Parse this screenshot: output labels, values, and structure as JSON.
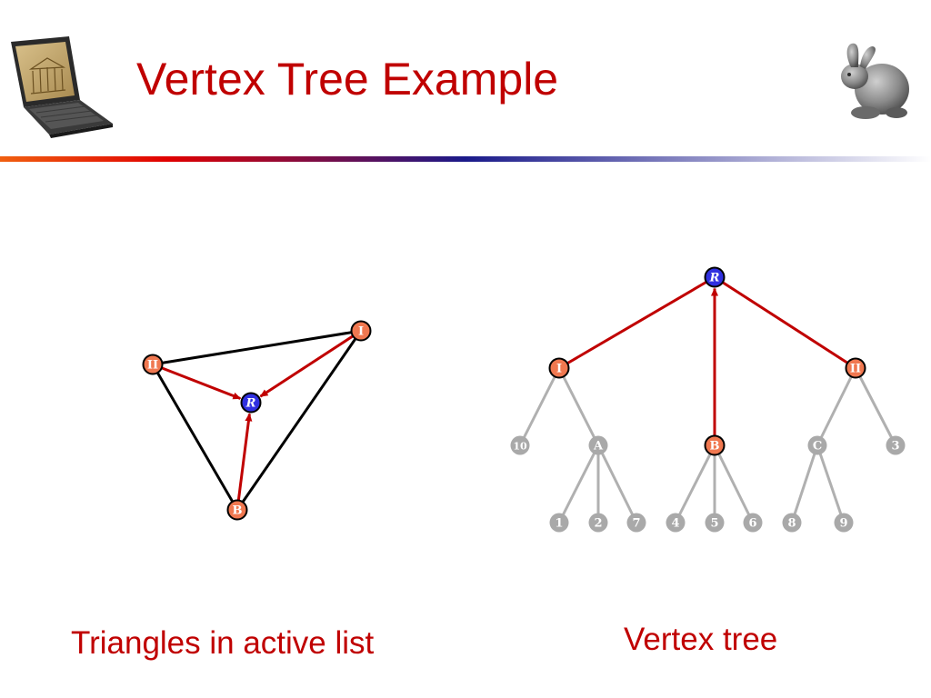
{
  "slide": {
    "title": "Vertex Tree Example",
    "title_color": "#c00000",
    "caption_left": "Triangles in active list",
    "caption_right": "Vertex tree",
    "caption_color": "#c00000",
    "left_icon": "laptop-icon",
    "right_icon": "bunny-icon"
  },
  "colors": {
    "active_node": "#f07850",
    "root_node": "#3030e0",
    "inactive_node": "#a9a9a9",
    "active_edge": "#c00000",
    "mesh_edge": "#000000",
    "inactive_edge": "#b0b0b0",
    "rule_gradient": [
      "#f06010",
      "#e00000",
      "#1a1a8a",
      "#ffffff"
    ]
  },
  "triangles": {
    "nodes": [
      {
        "id": "I",
        "label": "I",
        "state": "active"
      },
      {
        "id": "II",
        "label": "II",
        "state": "active"
      },
      {
        "id": "R",
        "label": "R",
        "state": "root"
      },
      {
        "id": "B",
        "label": "B",
        "state": "active"
      }
    ],
    "edges": [
      {
        "from": "II",
        "to": "I",
        "kind": "mesh"
      },
      {
        "from": "II",
        "to": "B",
        "kind": "mesh"
      },
      {
        "from": "I",
        "to": "B",
        "kind": "mesh"
      },
      {
        "from": "II",
        "to": "R",
        "kind": "arrow"
      },
      {
        "from": "I",
        "to": "R",
        "kind": "arrow"
      },
      {
        "from": "B",
        "to": "R",
        "kind": "arrow"
      }
    ]
  },
  "tree": {
    "nodes": [
      {
        "id": "R",
        "label": "R",
        "state": "root"
      },
      {
        "id": "I",
        "label": "I",
        "state": "active"
      },
      {
        "id": "II",
        "label": "II",
        "state": "active"
      },
      {
        "id": "10",
        "label": "10",
        "state": "inactive"
      },
      {
        "id": "A",
        "label": "A",
        "state": "inactive"
      },
      {
        "id": "B",
        "label": "B",
        "state": "active"
      },
      {
        "id": "C",
        "label": "C",
        "state": "inactive"
      },
      {
        "id": "3",
        "label": "3",
        "state": "inactive"
      },
      {
        "id": "1",
        "label": "1",
        "state": "inactive"
      },
      {
        "id": "2",
        "label": "2",
        "state": "inactive"
      },
      {
        "id": "7",
        "label": "7",
        "state": "inactive"
      },
      {
        "id": "4",
        "label": "4",
        "state": "inactive"
      },
      {
        "id": "5",
        "label": "5",
        "state": "inactive"
      },
      {
        "id": "6",
        "label": "6",
        "state": "inactive"
      },
      {
        "id": "8",
        "label": "8",
        "state": "inactive"
      },
      {
        "id": "9",
        "label": "9",
        "state": "inactive"
      }
    ],
    "edges": [
      {
        "from": "R",
        "to": "I",
        "kind": "active"
      },
      {
        "from": "R",
        "to": "II",
        "kind": "active"
      },
      {
        "from": "R",
        "to": "B",
        "kind": "arrow"
      },
      {
        "from": "I",
        "to": "10",
        "kind": "inactive"
      },
      {
        "from": "I",
        "to": "A",
        "kind": "inactive"
      },
      {
        "from": "A",
        "to": "1",
        "kind": "inactive"
      },
      {
        "from": "A",
        "to": "2",
        "kind": "inactive"
      },
      {
        "from": "A",
        "to": "7",
        "kind": "inactive"
      },
      {
        "from": "B",
        "to": "4",
        "kind": "inactive"
      },
      {
        "from": "B",
        "to": "5",
        "kind": "inactive"
      },
      {
        "from": "B",
        "to": "6",
        "kind": "inactive"
      },
      {
        "from": "II",
        "to": "C",
        "kind": "inactive"
      },
      {
        "from": "II",
        "to": "3",
        "kind": "inactive"
      },
      {
        "from": "C",
        "to": "8",
        "kind": "inactive"
      },
      {
        "from": "C",
        "to": "9",
        "kind": "inactive"
      }
    ]
  }
}
